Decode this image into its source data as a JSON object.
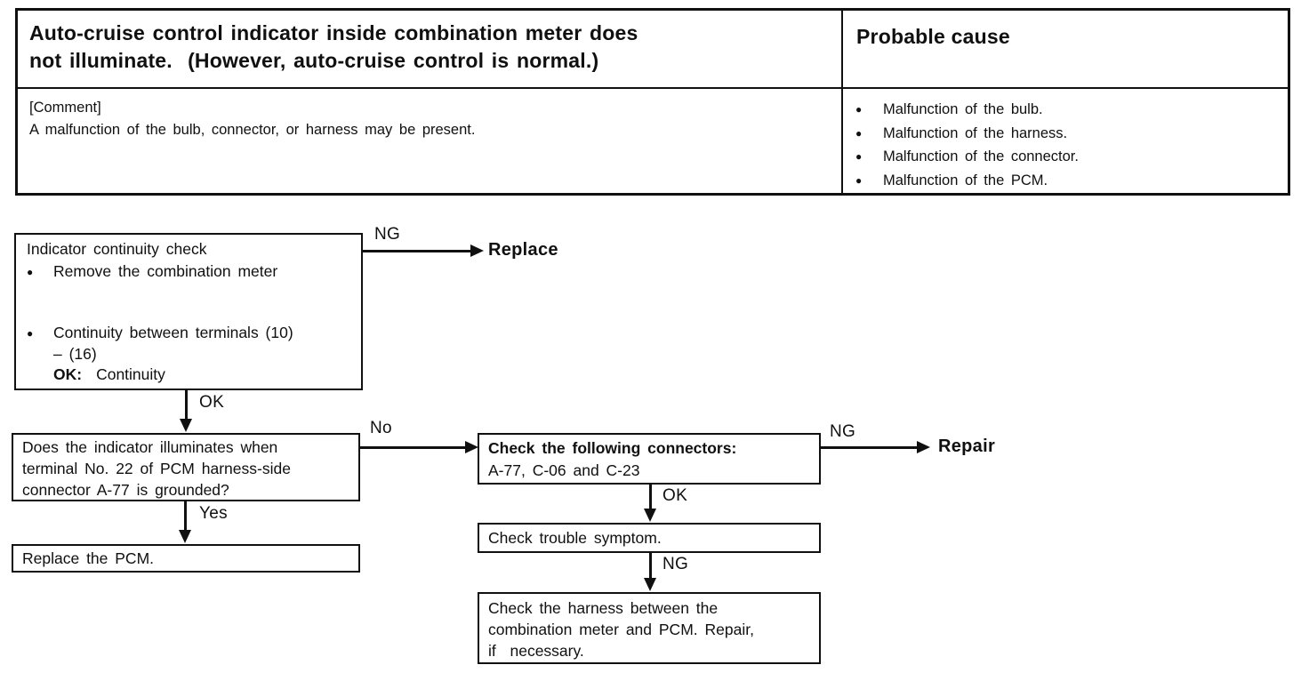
{
  "colors": {
    "ink": "#101010",
    "paper": "#ffffff"
  },
  "header_table": {
    "problem_line1": "Auto-cruise control indicator inside combination meter does",
    "problem_line2": "not illuminate.  (However, auto-cruise control is normal.)",
    "cause_header": "Probable cause",
    "comment_label": "[Comment]",
    "comment_text": "A malfunction of the bulb, connector, or harness may be present.",
    "bullet_glyph": "●",
    "causes": [
      "Malfunction of the bulb.",
      "Malfunction of the harness.",
      "Malfunction of the connector.",
      "Malfunction of the PCM."
    ]
  },
  "flowchart": {
    "box_continuity": {
      "title": "Indicator continuity check",
      "bullet_glyph": "●",
      "step1": "Remove the combination meter",
      "step2_line1": "Continuity between terminals (10)",
      "step2_line2": "– (16)",
      "ok_label": "OK:",
      "ok_value": "Continuity"
    },
    "labels": {
      "ng_replace": "NG",
      "ok_continuity": "OK",
      "no_grounded": "No",
      "yes_grounded": "Yes",
      "ng_connectors": "NG",
      "ok_connectors": "OK",
      "ng_symptom": "NG"
    },
    "terminals": {
      "replace": "Replace",
      "repair": "Repair"
    },
    "box_question_lines": [
      "Does the indicator illuminates when",
      "terminal No. 22 of PCM harness-side",
      "connector A-77 is grounded?"
    ],
    "box_replace_pcm": "Replace the PCM.",
    "box_connectors": {
      "line1": "Check the following connectors:",
      "line2": "A-77, C-06 and C-23"
    },
    "box_trouble_symptom": "Check trouble symptom.",
    "box_harness_lines": [
      "Check the harness between the",
      "combination meter and PCM. Repair,",
      "if  necessary."
    ]
  }
}
